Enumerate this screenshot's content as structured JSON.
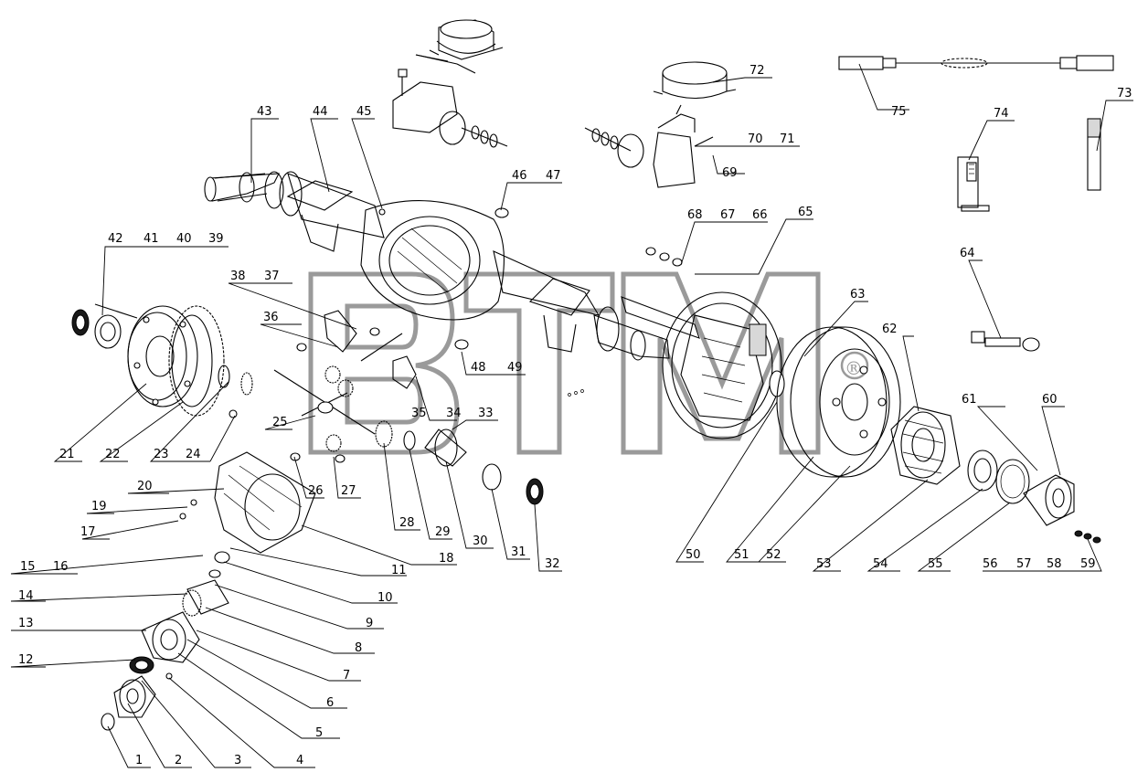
{
  "watermark": {
    "mark": "BTM",
    "symbol": "®",
    "color": "#9a9a9a"
  },
  "callouts": {
    "c1": "1",
    "c2": "2",
    "c3": "3",
    "c4": "4",
    "c5": "5",
    "c6": "6",
    "c7": "7",
    "c8": "8",
    "c9": "9",
    "c10": "10",
    "c11": "11",
    "c12": "12",
    "c13": "13",
    "c14": "14",
    "c15": "15",
    "c16": "16",
    "c17": "17",
    "c18": "18",
    "c19": "19",
    "c20": "20",
    "c21": "21",
    "c22": "22",
    "c23": "23",
    "c24": "24",
    "c25": "25",
    "c26": "26",
    "c27": "27",
    "c28": "28",
    "c29": "29",
    "c30": "30",
    "c31": "31",
    "c32": "32",
    "c33": "33",
    "c34": "34",
    "c35": "35",
    "c36": "36",
    "c37": "37",
    "c38": "38",
    "c39": "39",
    "c40": "40",
    "c41": "41",
    "c42": "42",
    "c43": "43",
    "c44": "44",
    "c45": "45",
    "c46": "46",
    "c47": "47",
    "c48": "48",
    "c49": "49",
    "c50": "50",
    "c51": "51",
    "c52": "52",
    "c53": "53",
    "c54": "54",
    "c55": "55",
    "c56": "56",
    "c57": "57",
    "c58": "58",
    "c59": "59",
    "c60": "60",
    "c61": "61",
    "c62": "62",
    "c63": "63",
    "c64": "64",
    "c65": "65",
    "c66": "66",
    "c67": "67",
    "c68": "68",
    "c69": "69",
    "c70": "70",
    "c71": "71",
    "c72": "72",
    "c73": "73",
    "c74": "74",
    "c75": "75"
  }
}
